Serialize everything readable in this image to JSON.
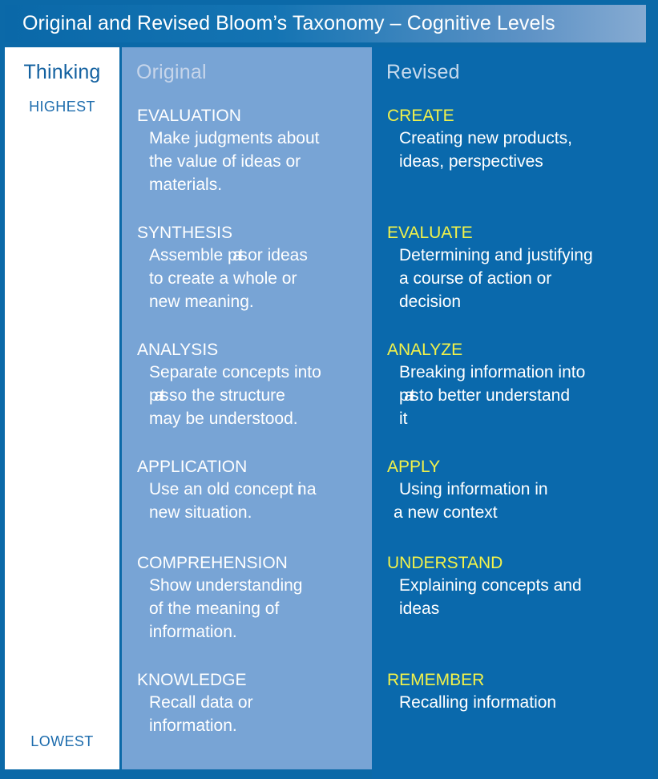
{
  "title": "Original and Revised Bloom’s Taxonomy – Cognitive Levels",
  "colors": {
    "frame_blue": "#0b69a8",
    "title_gradient_start": "#0a68a8",
    "title_gradient_end": "#86abd2",
    "thinking_column_bg": "#ffffff",
    "original_column_bg": "#78a4d5",
    "revised_column_bg": "#0a69ac",
    "thinking_text": "#1361a0",
    "original_heading": "#ffffff",
    "revised_heading": "#f2f24a",
    "body_text": "#ffffff",
    "column_header_text": "#c6d5ea"
  },
  "thinking": {
    "header": "Thinking",
    "highest": "HIGHEST",
    "lowest": "LOWEST"
  },
  "original": {
    "header": "Original",
    "levels": [
      {
        "title": "EVALUATION",
        "lines": [
          "Make judgments about",
          "the value of ideas or",
          "materials."
        ]
      },
      {
        "title": "SYNTHESIS",
        "lines": [
          "Assemble parts or ideas",
          "to create a whole or",
          "new meaning."
        ]
      },
      {
        "title": "ANALYSIS",
        "lines": [
          "Separate concepts into",
          "parts so the structure",
          "may be understood."
        ]
      },
      {
        "title": "APPLICATION",
        "lines": [
          "Use an old concept in a",
          "new situation."
        ]
      },
      {
        "title": "COMPREHENSION",
        "lines": [
          "Show understanding",
          "of the meaning of",
          "information."
        ]
      },
      {
        "title": "KNOWLEDGE",
        "lines": [
          "Recall data or",
          "information."
        ]
      }
    ]
  },
  "revised": {
    "header": "Revised",
    "levels": [
      {
        "title": "CREATE",
        "lines": [
          "Creating new products,",
          "ideas, perspectives"
        ]
      },
      {
        "title": "EVALUATE",
        "lines": [
          "Determining and justifying",
          "a course of action or",
          "decision"
        ]
      },
      {
        "title": "ANALYZE",
        "lines": [
          "Breaking information into",
          "parts to better understand",
          "it"
        ]
      },
      {
        "title": "APPLY",
        "lines": [
          "Using information in",
          "a new context"
        ]
      },
      {
        "title": "UNDERSTAND",
        "lines": [
          "Explaining concepts and",
          "ideas"
        ]
      },
      {
        "title": "REMEMBER",
        "lines": [
          "Recalling information"
        ]
      }
    ]
  }
}
